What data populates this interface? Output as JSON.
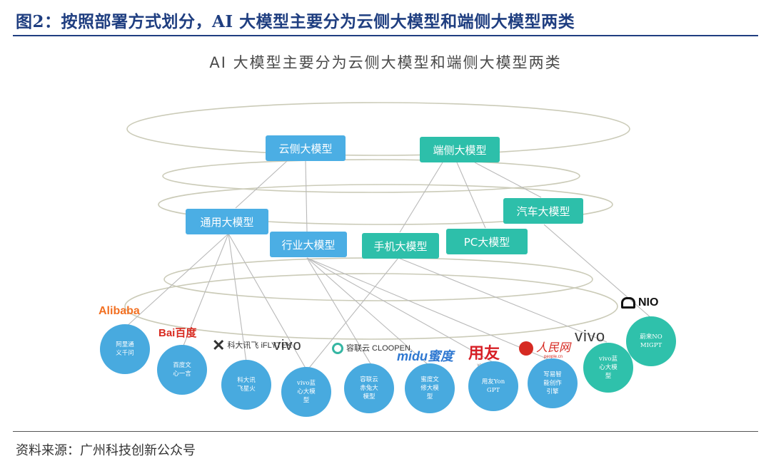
{
  "header": {
    "title": "图2：按照部署方式划分，AI 大模型主要分为云侧大模型和端侧大模型两类"
  },
  "diagram": {
    "title": "AI 大模型主要分为云侧大模型和端侧大模型两类",
    "level1": [
      "云侧大模型",
      "端侧大模型"
    ],
    "level2": [
      "通用大模型",
      "行业大模型",
      "手机大模型",
      "PC大模型",
      "汽车大模型"
    ],
    "models": [
      {
        "logo": "Alibaba",
        "name": "阿里通义千问"
      },
      {
        "logo": "Bai百度",
        "name": "百度文心一言"
      },
      {
        "logo": "科大讯飞 iFLYTEK",
        "name": "科大讯飞星火"
      },
      {
        "logo": "vivo",
        "name": "vivo蓝心大模型"
      },
      {
        "logo": "容联云 CLOOPEN",
        "name": "容联云赤兔大模型"
      },
      {
        "logo": "midu蜜度",
        "name": "蜜度文修大模型"
      },
      {
        "logo": "用友",
        "name": "用友YonGPT"
      },
      {
        "logo": "人民网",
        "name": "写易智能创作引擎"
      },
      {
        "logo": "vivo",
        "name": "vivo蓝心大模型"
      },
      {
        "logo": "NIO",
        "name": "蔚来NOMIGPT"
      }
    ],
    "logo_sub": {
      "yonyou": "yonyou",
      "people": "people.cn"
    }
  },
  "footer": {
    "source": "资料来源：广州科技创新公众号"
  },
  "colors": {
    "header": "#1f3e80",
    "blue_node": "#4baee4",
    "teal_node": "#2dbfaa",
    "ring": "#c9c9b5",
    "line": "#b5b5b5"
  },
  "icons": [
    "alibaba-logo",
    "baidu-logo",
    "iflytek-logo",
    "vivo-logo",
    "cloopen-logo",
    "midu-logo",
    "yonyou-logo",
    "people-logo",
    "nio-logo"
  ]
}
